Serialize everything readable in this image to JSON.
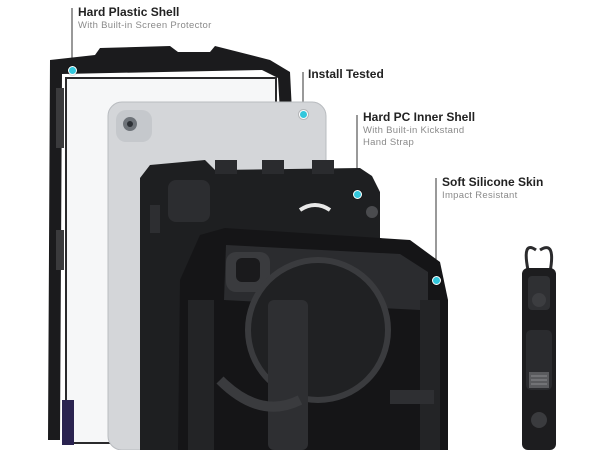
{
  "callouts": [
    {
      "title": "Hard Plastic Shell",
      "subtitle": "With Built-in Screen Protector",
      "subtitle2": ""
    },
    {
      "title": "Install Tested",
      "subtitle": "",
      "subtitle2": ""
    },
    {
      "title": "Hard PC Inner Shell",
      "subtitle": "With Built-in Kickstand",
      "subtitle2": "Hand Strap"
    },
    {
      "title": "Soft Silicone Skin",
      "subtitle": "Impact Resistant",
      "subtitle2": ""
    }
  ],
  "colors": {
    "accent_dot": "#33c7dc",
    "shell": "#1b1b1d",
    "tablet": "#d4d6d9",
    "leader_line": "#333333"
  }
}
